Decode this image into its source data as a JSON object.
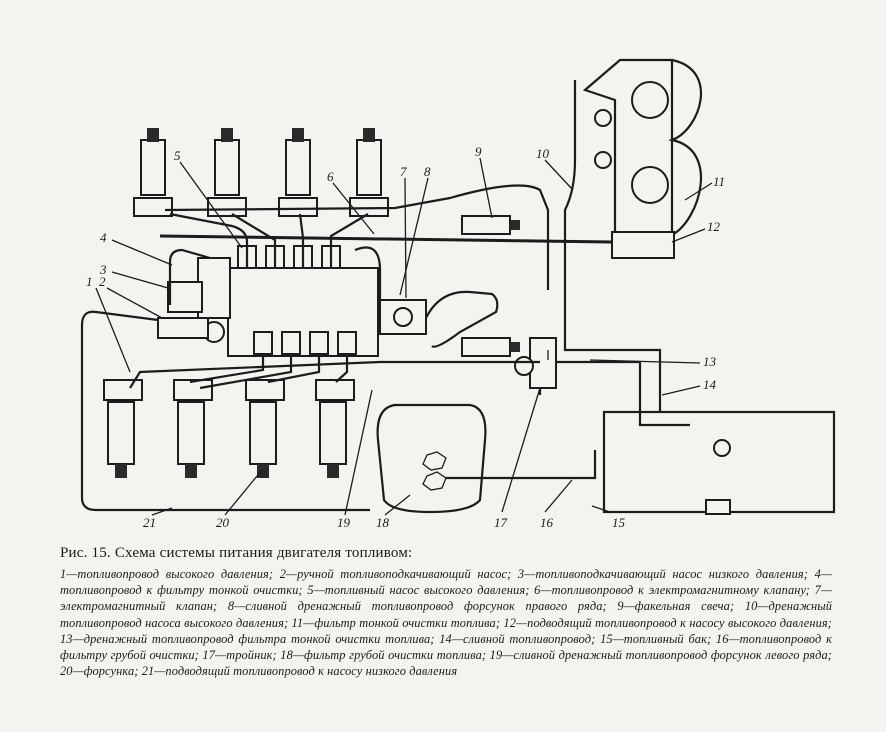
{
  "figure": {
    "labels": [
      "1",
      "2",
      "3",
      "4",
      "5",
      "6",
      "7",
      "8",
      "9",
      "10",
      "11",
      "12",
      "13",
      "14",
      "15",
      "16",
      "17",
      "18",
      "19",
      "20",
      "21"
    ]
  },
  "caption": {
    "title": "Рис. 15. Схема системы питания двигателя топливом:",
    "legend": "1—топливопровод высокого давления; 2—ручной топливоподкачивающий насос; 3—топливоподкачивающий насос низкого давления; 4—топливопровод к фильтру тонкой очистки; 5—топливный насос высокого давления; 6—топливопровод к электромагнитному клапану; 7—электромагнитный клапан; 8—сливной дренажный топливопровод форсунок правого ряда; 9—факельная свеча; 10—дренажный топливопровод насоса высокого давления; 11—фильтр тонкой очистки топлива; 12—подводящий топливопровод к насосу высокого давления; 13—дренажный топливопровод фильтра тонкой очистки топлива; 14—сливной топливопровод; 15—топливный бак; 16—топливопровод к фильтру грубой очистки; 17—тройник; 18—фильтр грубой очистки топлива; 19—сливной дренажный топливопровод форсунок левого ряда; 20—форсунка; 21—подводящий топливопровод к насосу низкого давления"
  }
}
